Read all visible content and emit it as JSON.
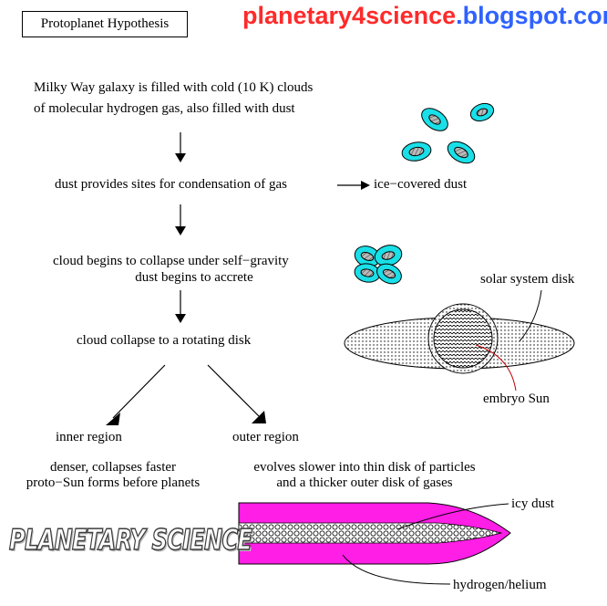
{
  "title": "Protoplanet Hypothesis",
  "blog": {
    "name": "planetary4science",
    "suffix": ".blogspot.com"
  },
  "steps": {
    "step1_line1": "Milky Way galaxy is filled with cold (10 K) clouds",
    "step1_line2": "of molecular hydrogen gas, also filled with dust",
    "step2": "dust provides sites for condensation of gas",
    "step2_result": "ice−covered dust",
    "step3_line1": "cloud begins to collapse under self−gravity",
    "step3_line2": "dust begins to accrete",
    "step4": "cloud collapse to a rotating disk"
  },
  "branches": {
    "inner": {
      "label": "inner region",
      "line1": "denser, collapses faster",
      "line2": "proto−Sun forms before planets"
    },
    "outer": {
      "label": "outer region",
      "line1": "evolves slower into thin disk of particles",
      "line2": "and a thicker outer disk of gases"
    }
  },
  "disk_labels": {
    "solar_system_disk": "solar system disk",
    "embryo_sun": "embryo Sun"
  },
  "edge_labels": {
    "icy_dust": "icy dust",
    "hydrogen_helium": "hydrogen/helium"
  },
  "watermark": "PLANETARY SCIENCE",
  "colors": {
    "dust_cyan": "#19e0e8",
    "dust_core": "#a0a0a0",
    "gas_magenta": "#ff1ee6"
  }
}
